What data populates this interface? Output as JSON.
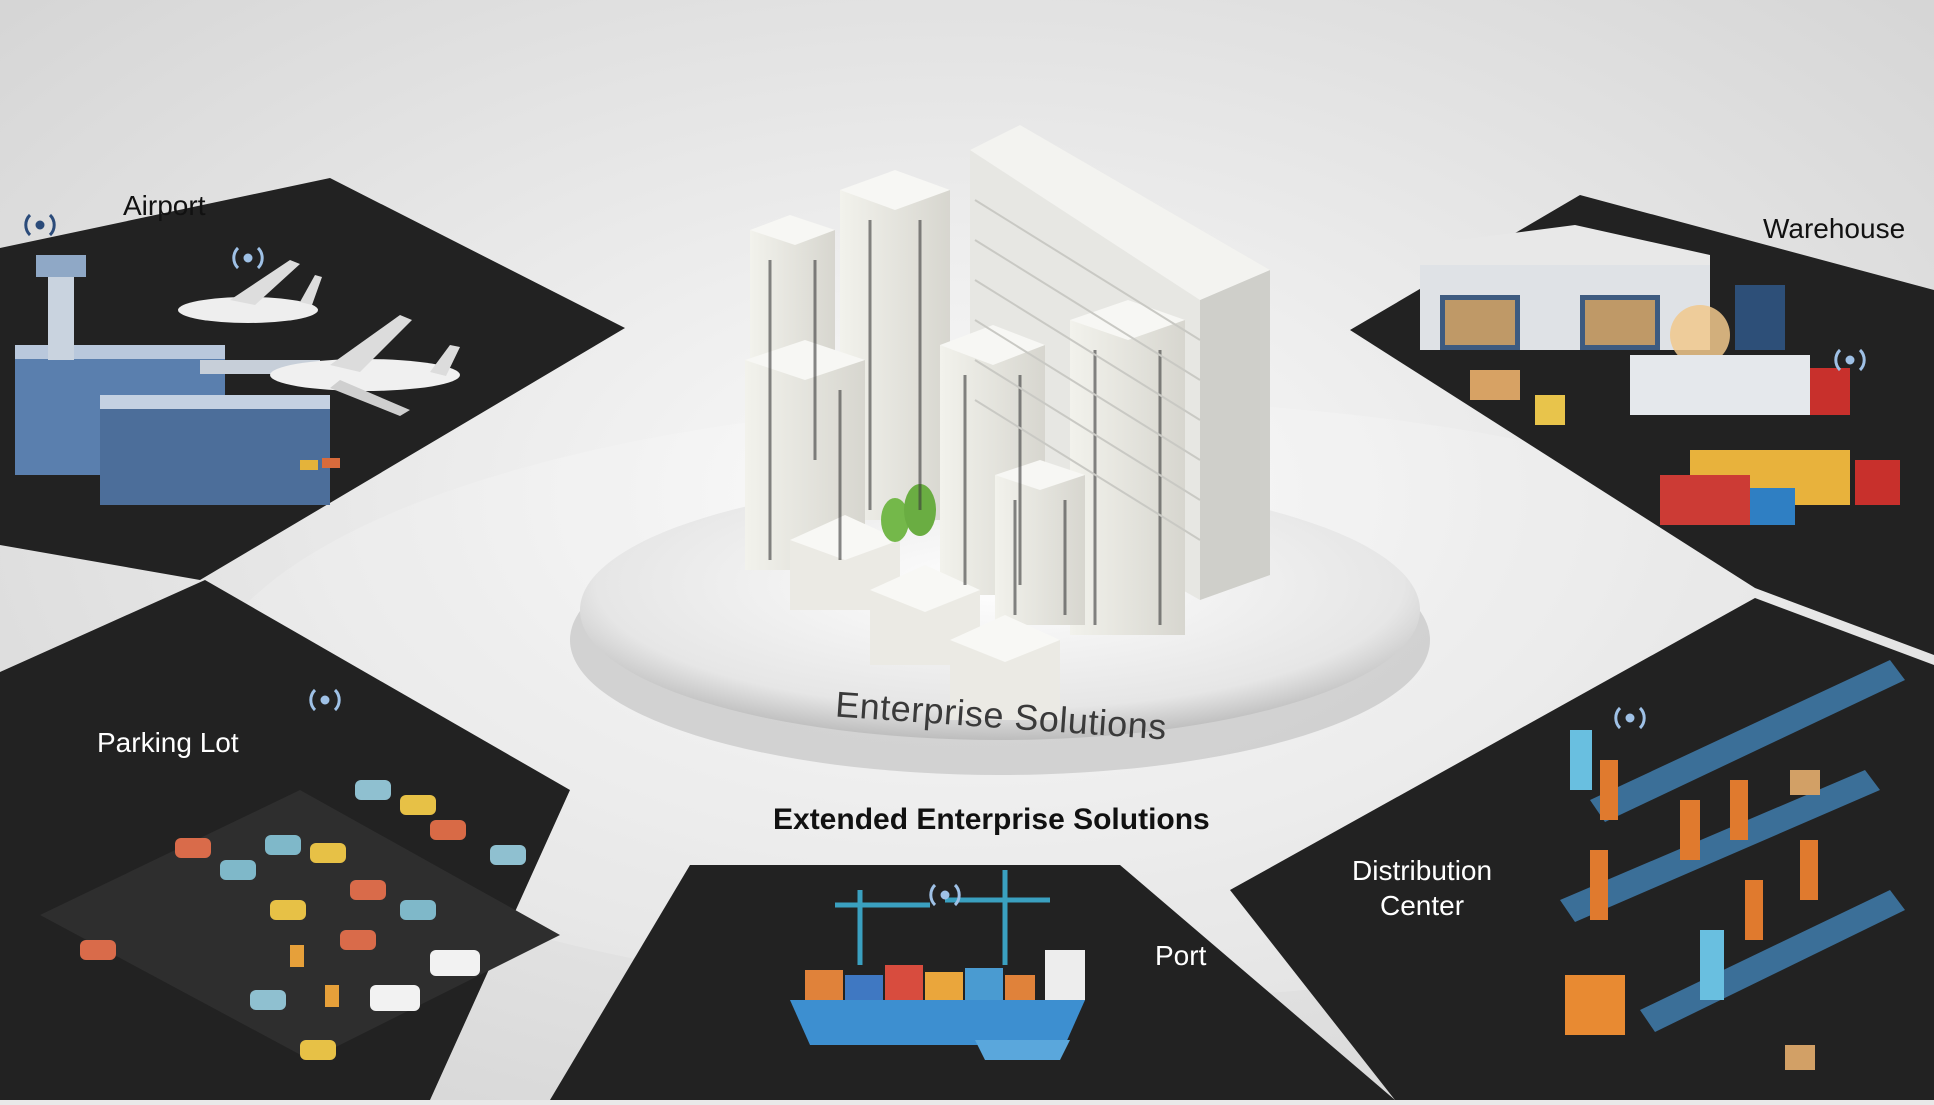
{
  "center": {
    "platform_label": "Enterprise Solutions",
    "title": "Extended Enterprise Solutions"
  },
  "quadrants": {
    "airport": "Airport",
    "warehouse": "Warehouse",
    "parking": "Parking Lot",
    "distribution_line1": "Distribution",
    "distribution_line2": "Center",
    "port": "Port"
  },
  "colors": {
    "background": "#e9e9e9",
    "panel": "#222222",
    "platform": "#f4f4f4",
    "accent_orange": "#e07a2e",
    "accent_blue": "#3d8fd0"
  }
}
